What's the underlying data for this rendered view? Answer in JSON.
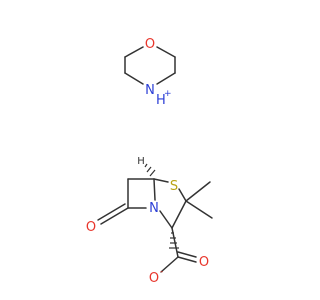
{
  "colors": {
    "background": "#ffffff",
    "bond": "#333333",
    "oxygen": "#e8352b",
    "nitrogen": "#2c3fd6",
    "sulfur": "#b9a317",
    "carbon": "#333333"
  },
  "morpholinium": {
    "oxygen_label": "O",
    "nitrogen_label": "N",
    "nitrogen_h_label": "H",
    "charge_label": "+"
  },
  "penicillanate": {
    "sulfur_label": "S",
    "nitrogen_label": "N",
    "carbonyl_oxygen_label": "O",
    "carboxyl_oxygen_label": "O",
    "carboxylate_oxygen_label": "O",
    "carboxylate_charge_label": "-",
    "stereo_h_label": "H"
  }
}
